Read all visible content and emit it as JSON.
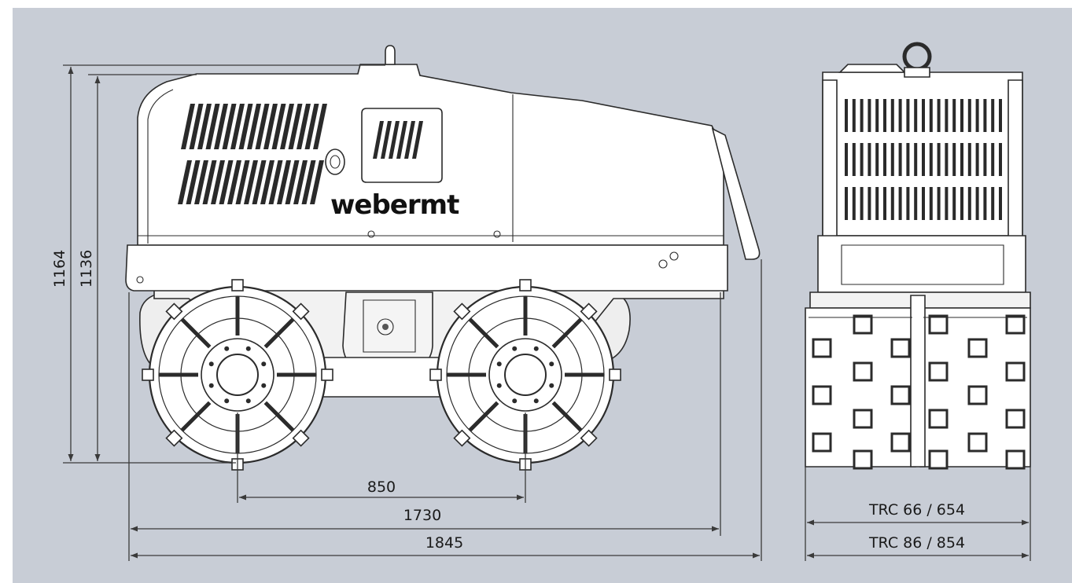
{
  "diagram": {
    "brand": "webermt",
    "dimensions": {
      "overall_height": "1164",
      "body_height": "1136",
      "drum_spacing": "850",
      "wheelbase_length": "1730",
      "overall_length": "1845",
      "width_small": "TRC 66 / 654",
      "width_large": "TRC 86 / 854"
    }
  },
  "colors": {
    "background": "#c8cdd6",
    "machine_fill": "#ffffff",
    "line": "#2b2b2b"
  }
}
